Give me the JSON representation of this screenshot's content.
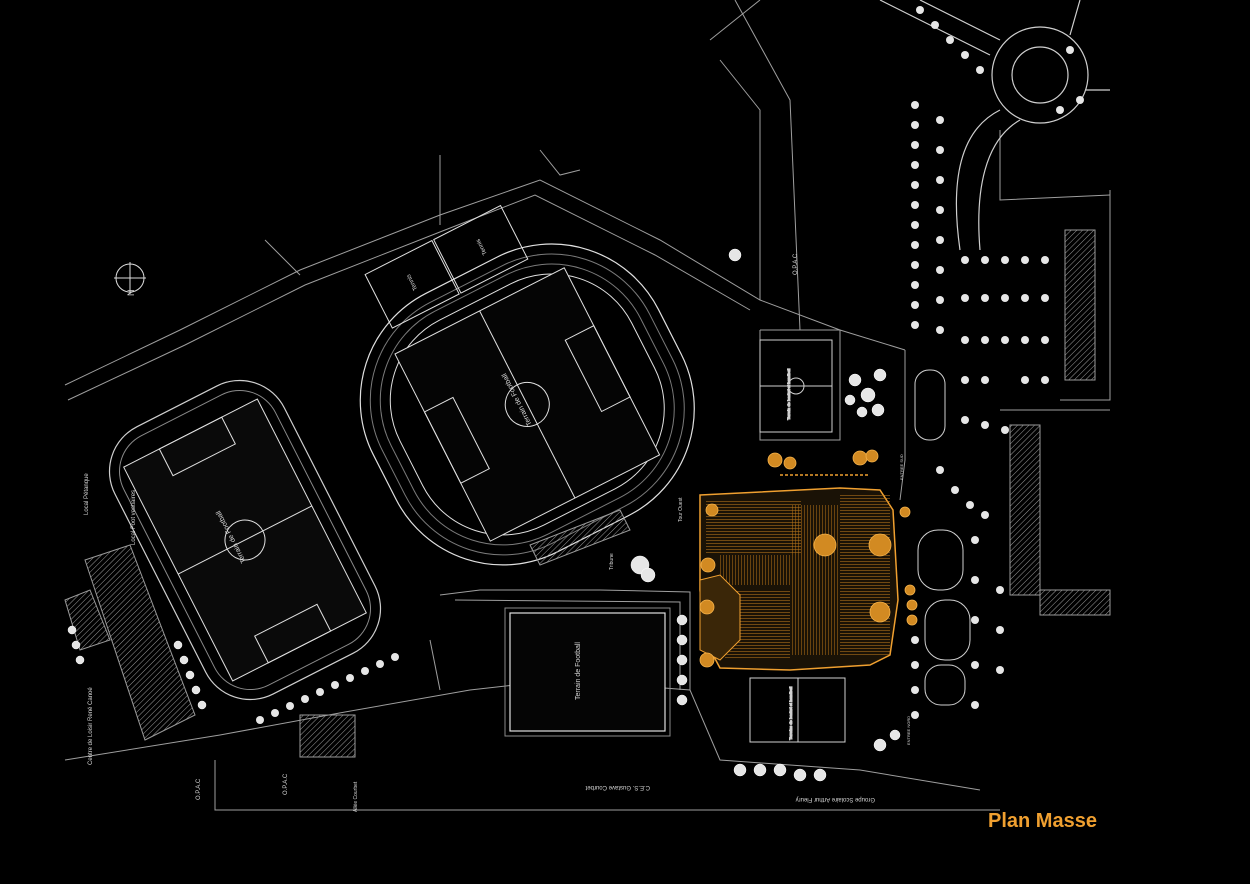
{
  "title": "Plan Masse",
  "colors": {
    "background": "#000000",
    "lines": "#bdbdbd",
    "accent": "#f0a030",
    "trees": "#e6e6e6"
  },
  "north": {
    "letter": "N"
  },
  "fields": {
    "football_left": "Terrain de Football",
    "football_center": "Terrain de Football",
    "football_bottom": "Terrain de Football",
    "tennis_1": "Tennis",
    "tennis_2": "Tennis",
    "basket_top": "Terrain de basket et handball",
    "basket_bottom": "Terrains de basket et handball"
  },
  "labels": {
    "opac_top": "O.P.A.C",
    "opac_bottom_1": "O.P.A.C",
    "opac_bottom_2": "O.P.A.C",
    "local_petanque": "Local Pétanque",
    "local_foot": "Local Foot vestiaires",
    "centre_loisir": "Centre de Loisir René Canoé",
    "ces": "C.E.S. Gustave Courbet",
    "groupe_scolaire": "Groupe Scolaire Arthur Fleury",
    "tribune": "Tribune",
    "tour": "Tour Ouest",
    "allee": "Allée Courbet",
    "entree": "ENTREE SUD",
    "entree_nord": "ENTREE NORD"
  }
}
